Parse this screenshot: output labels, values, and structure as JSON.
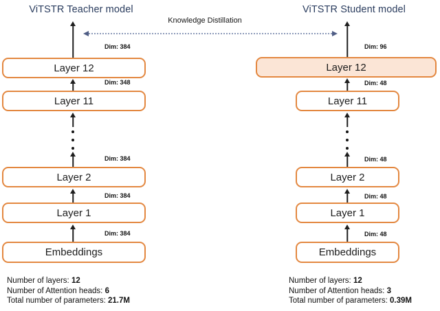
{
  "kd": {
    "label": "Knowledge Distillation"
  },
  "teacher": {
    "title": "ViTSTR Teacher model",
    "dims": [
      "Dim: 384",
      "Dim: 348",
      "Dim: 384",
      "Dim: 384",
      "Dim: 384"
    ],
    "layers": [
      "Layer 12",
      "Layer 11",
      "Layer 2",
      "Layer 1",
      "Embeddings"
    ],
    "stats": [
      {
        "label": "Number of layers: ",
        "value": "12"
      },
      {
        "label": "Number of Attention heads: ",
        "value": "6"
      },
      {
        "label": "Total number of parameters: ",
        "value": "21.7M"
      }
    ]
  },
  "student": {
    "title": "ViTSTR Student model",
    "dims": [
      "Dim: 96",
      "Dim: 48",
      "Dim: 48",
      "Dim: 48",
      "Dim: 48"
    ],
    "layers": [
      "Layer 12",
      "Layer 11",
      "Layer 2",
      "Layer 1",
      "Embeddings"
    ],
    "stats": [
      {
        "label": "Number of layers: ",
        "value": "12"
      },
      {
        "label": "Number of Attention heads: ",
        "value": "3"
      },
      {
        "label": "Total number of parameters: ",
        "value": "0.39M"
      }
    ]
  },
  "colors": {
    "box_border": "#E3873F",
    "student_layer12_fill": "#FBE5D6",
    "title_text": "#2A3C5E",
    "kd_arrow": "#4F5D85",
    "kd_dots": "#8B99B8",
    "arrow_black": "#1f1f1f"
  }
}
